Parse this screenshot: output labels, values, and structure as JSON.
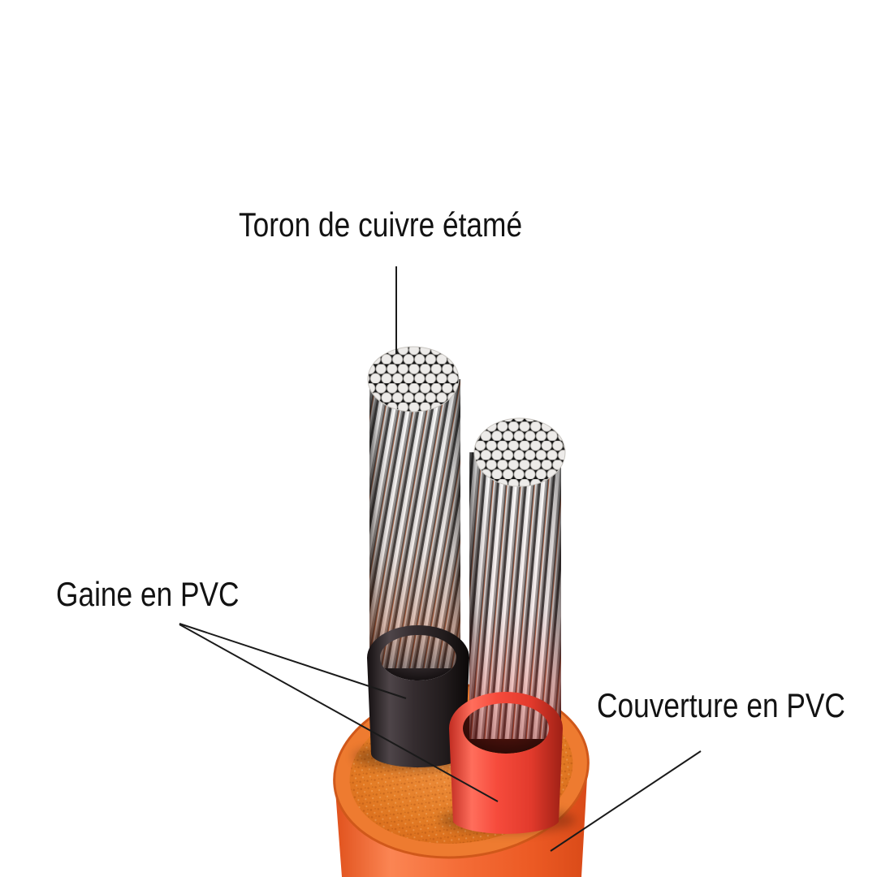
{
  "diagram": {
    "type": "cable-cross-section-illustration",
    "labels": {
      "strand": "Toron de cuivre étamé",
      "sheath": "Gaine en PVC",
      "cover": "Couverture en PVC"
    }
  },
  "colors": {
    "background": "#ffffff",
    "text": "#121212",
    "leader-line": "#1a1a1a",
    "jacket-orange": "#f2622b",
    "jacket-face-orange": "#df7420",
    "sheath-red": "#ef4437",
    "sheath-black": "#2b2527",
    "strand-silver": "#d9d9d9",
    "copper-accent": "#9c4f2c"
  }
}
